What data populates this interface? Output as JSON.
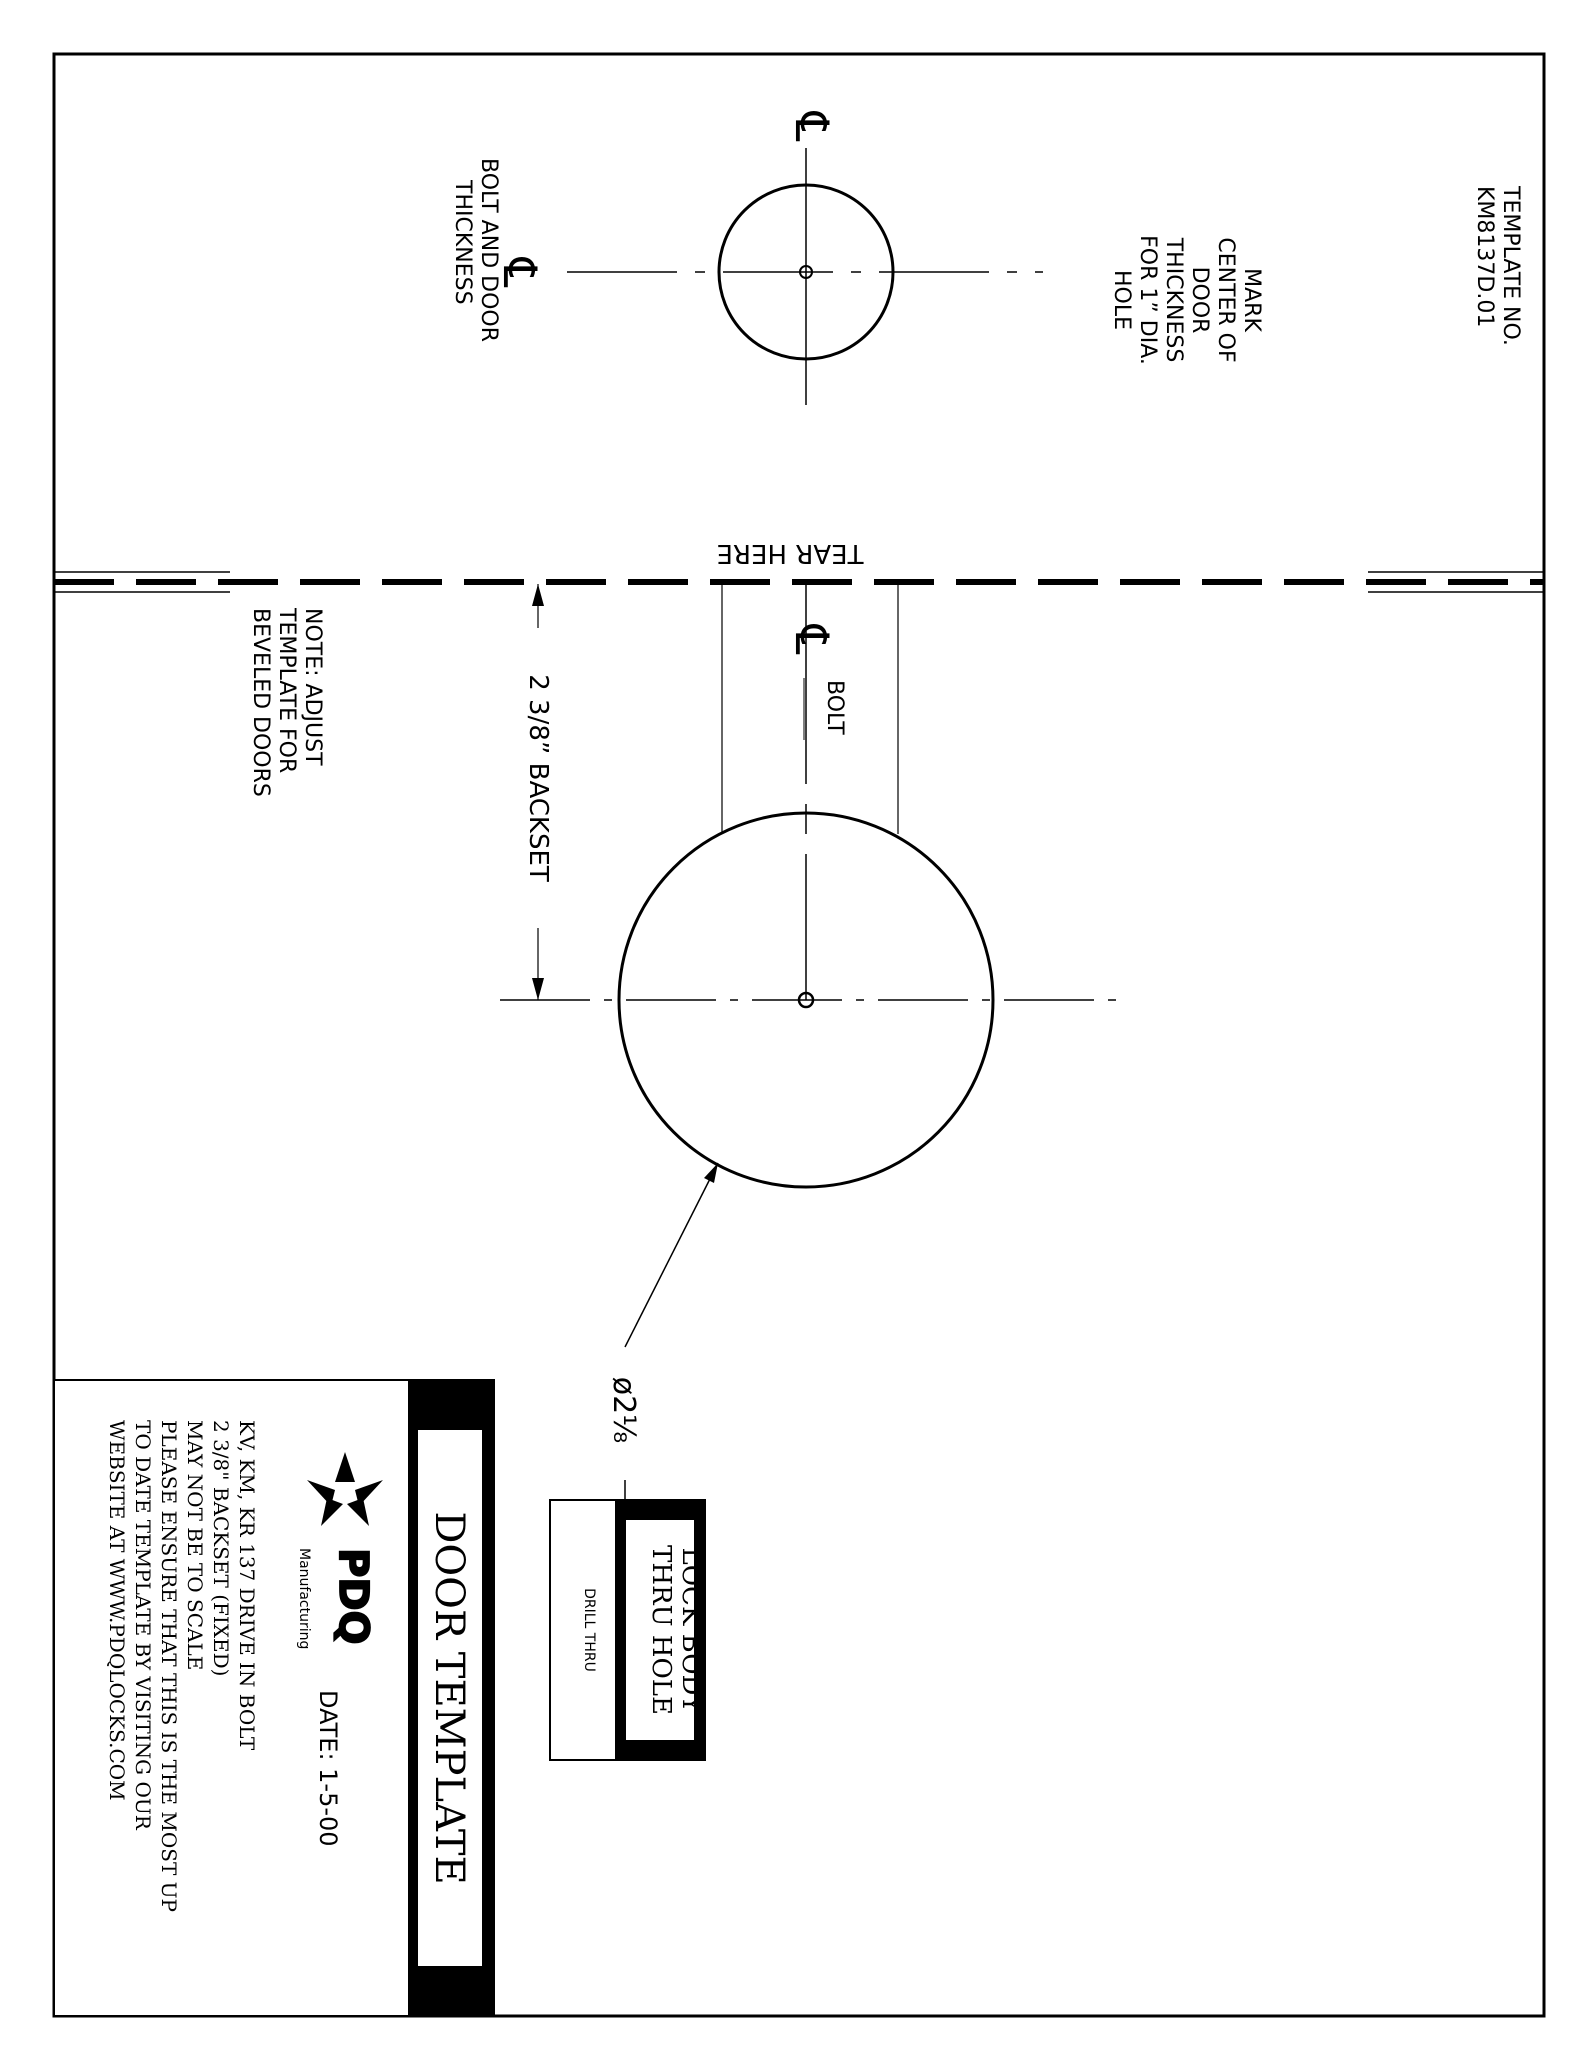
{
  "template_no": [
    "TEMPLATE NO.",
    "KM8137D.01"
  ],
  "mark_center_note": [
    "MARK",
    "CENTER OF",
    "DOOR",
    "THICKNESS",
    "FOR 1” DIA.",
    "HOLE"
  ],
  "bolt_door_note": [
    "BOLT AND DOOR",
    "THICKNESS"
  ],
  "centerline_symbol": "℄",
  "tear_here": "TEAR HERE",
  "bolt_label": "BOLT",
  "backset_label": "2 3/8” BACKSET",
  "bevel_note": [
    "NOTE: ADJUST",
    "TEMPLATE FOR",
    "BEVELED DOORS"
  ],
  "diameter_label": "ø2⅛",
  "lock_body_box": {
    "title": [
      "LOCK BODY",
      "THRU HOLE"
    ],
    "instruction": "DRILL THRU"
  },
  "title_block": {
    "title": "DOOR TEMPLATE",
    "brand": "PDQ",
    "brand_sub": "Manufacturing",
    "date": "DATE: 1-5-00",
    "lines": [
      "KV, KM, KR 137 DRIVE IN BOLT",
      "2 3/8\" BACKSET (FIXED)",
      "MAY NOT BE TO SCALE",
      "PLEASE ENSURE THAT THIS IS THE MOST UP",
      "TO DATE TEMPLATE BY VISITING OUR",
      "WEBSITE AT WWW.PDQLOCKS.COM"
    ]
  },
  "colors": {
    "ink": "#000000",
    "paper": "#ffffff"
  }
}
